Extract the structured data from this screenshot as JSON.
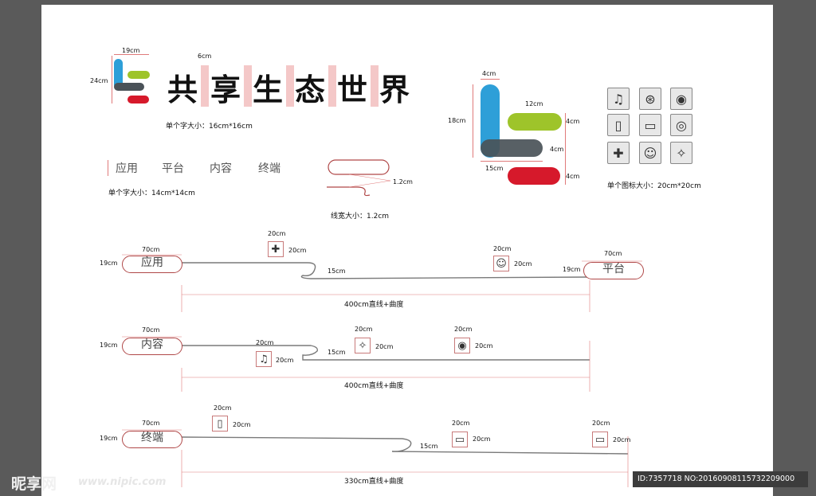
{
  "title": {
    "chars": [
      "共",
      "享",
      "生",
      "态",
      "世",
      "界"
    ],
    "char_spec": "单个字大小：16cm*16cm"
  },
  "logo_small": {
    "w": "19cm",
    "h": "24cm",
    "gap": "6cm"
  },
  "categories": {
    "items": [
      "应用",
      "平台",
      "内容",
      "终端"
    ],
    "spec": "单个字大小：14cm*14cm"
  },
  "line_demo": {
    "width_value": "1.2cm",
    "spec": "线宽大小：1.2cm"
  },
  "logo_large": {
    "top": "4cm",
    "height": "18cm",
    "len": "12cm",
    "bar1": "4cm",
    "bar2": "4cm",
    "base": "15cm",
    "bar3": "4cm"
  },
  "icon_grid": {
    "spec": "单个图标大小：20cm*20cm",
    "icons": [
      "music-note-icon",
      "film-reel-icon",
      "movie-camera-icon",
      "phone-icon",
      "monitor-icon",
      "webcam-icon",
      "gamepad-icon",
      "face-icon",
      "runner-icon"
    ]
  },
  "rows": [
    {
      "pill": "应用",
      "pill_w": "70cm",
      "pill_h": "19cm",
      "icon1_w": "20cm",
      "icon1_h": "20cm",
      "dip": "15cm",
      "icon2_w": "20cm",
      "icon2_h": "20cm",
      "end_pill": "平台",
      "end_w": "70cm",
      "end_h": "19cm",
      "total": "400cm直线+曲度"
    },
    {
      "pill": "内容",
      "pill_w": "70cm",
      "pill_h": "19cm",
      "icon1_w": "20cm",
      "icon1_h": "20cm",
      "dip": "15cm",
      "icon2_w": "20cm",
      "icon2_h": "20cm",
      "icon3_w": "20cm",
      "icon3_h": "20cm",
      "total": "400cm直线+曲度"
    },
    {
      "pill": "终端",
      "pill_w": "70cm",
      "pill_h": "19cm",
      "icon1_w": "20cm",
      "icon1_h": "20cm",
      "dip": "15cm",
      "icon2_w": "20cm",
      "icon2_h": "20cm",
      "icon3_w": "20cm",
      "icon3_h": "20cm",
      "total": "330cm直线+曲度"
    }
  ],
  "watermark": {
    "logo": "昵享网",
    "url": "www.nipic.com",
    "id_bar": "ID:7357718 NO:20160908115732209000"
  },
  "colors": {
    "blue": "#2e9fd8",
    "green": "#9ec42a",
    "dark": "#4a5258",
    "red": "#d6192b",
    "guide": "#e07a7a"
  }
}
